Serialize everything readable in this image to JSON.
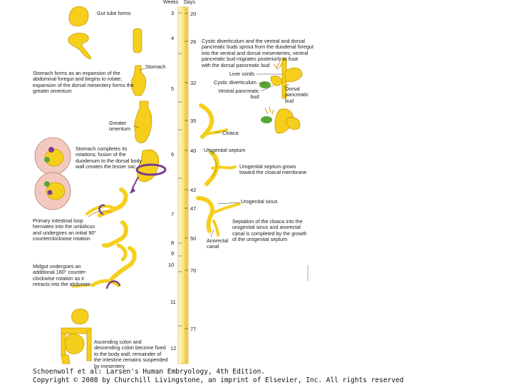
{
  "timeline": {
    "weeks_header": "Weeks",
    "days_header": "Days",
    "week_ticks": [
      "3",
      "4",
      "5",
      "6",
      "7",
      "8",
      "9",
      "10",
      "11",
      "12"
    ],
    "day_ticks": [
      "20",
      "26",
      "32",
      "35",
      "40",
      "42",
      "47",
      "50",
      "70",
      "77"
    ]
  },
  "labels": {
    "gut_tube": "Gut tube forms",
    "stomach_tag": "Stomach",
    "stomach_expansion": "Stomach forms as an expansion of the\nabdominal foregut and begins to rotate;\nexpansion of the dorsal mesentery forms the\ngreater omentum",
    "greater_omentum": "Greater\nomentum",
    "stomach_rotation": "Stomach completes its\nrotations; fusion of the\nduodenum to the dorsal body\nwall creates the lesser sac",
    "primary_loop": "Primary intestinal loop\nherniates into the umbilicus\nand undergoes an initial 90°\ncounterclockwise rotation",
    "midgut_rotation": "Midgut undergoes an\nadditional 180° counter-\nclockwise rotation as it\nretracts into the abdomen",
    "colon_fixed": "Ascending colon and\ndescending colon become fixed\nto the body wall; remainder of\nthe intestine remains suspended\nby mesentery",
    "pancreatic_buds": "Cystic diverticulum and the ventral and dorsal\npancreatic buds sprout from the duodenal foregut\ninto the ventral and dorsal mesenteries; ventral\npancreatic bud migrates posteriorly to fuse\nwith the dorsal pancreatic bud",
    "liver_cords": "Liver cords",
    "cystic_diverticulum": "Cystic diverticulum",
    "ventral_pancreatic_bud": "Ventral pancreatic\nbud",
    "dorsal_pancreatic_bud": "Dorsal\npancreatic\nbud",
    "cloaca": "Cloaca",
    "urogenital_septum": "Urogenital septum",
    "septum_grows": "Urogenital septum grows\ntoward the cloacal membrane",
    "urogenital_sinus": "Urogenital sinus",
    "septation": "Septation of the cloaca into the\nurogenital sinus and anorectal\ncanal is completed by the growth\nof the urogenital septum",
    "anorectal_canal": "Anorectal\ncanal"
  },
  "credit": {
    "line1": "Schoenwolf et al: Larsen's Human Embryology, 4th Edition.",
    "line2": "Copyright © 2008 by Churchill Livingstone, an imprint of Elsevier, Inc. All rights reserved"
  },
  "colors": {
    "organ_yellow": "#f5cf1c",
    "organ_outline": "#c99a06",
    "timeline_fill": "#f8e48a",
    "arrow_purple": "#7a3d8f",
    "cross_section": "#f3c9bf",
    "bud_green": "#5aa632"
  }
}
